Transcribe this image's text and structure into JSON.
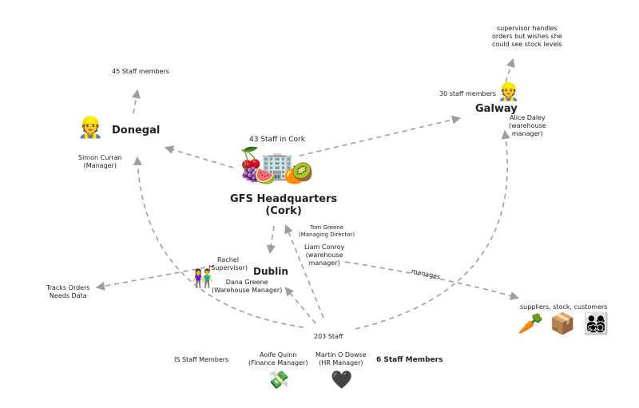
{
  "nodes": {
    "hq_title_line1": "GFS Headquarters",
    "hq_title_line2": "(Cork)",
    "cork_staff": "43 Staff in Cork",
    "donegal_title": "Donegal",
    "donegal_staff": "45 Staff members",
    "donegal_manager_line1": "Simon Curran",
    "donegal_manager_line2": "(Manager)",
    "galway_title": "Galway",
    "galway_staff": "30 staff members",
    "galway_manager_line1": "Alice Daley",
    "galway_manager_line2": "(warehouse",
    "galway_manager_line3": "manager)",
    "galway_note_line1": "supervisor handles",
    "galway_note_line2": "orders but wishes she",
    "galway_note_line3": "could see stock levels",
    "dublin_title": "Dublin",
    "dublin_supervisor_line1": "Rachel",
    "dublin_supervisor_line2": "(Supervisor)",
    "dublin_manager_line1": "Dana Greene",
    "dublin_manager_line2": "(Warehouse Manager)",
    "dublin_note_line1": "Tracks Orders",
    "dublin_note_line2": "Needs Data",
    "tom_line1": "Tom Greene",
    "tom_line2": "(Managing Director)",
    "liam_line1": "Liam Conroy",
    "liam_line2": "(warehouse",
    "liam_line3": "manager)",
    "manages": "manages",
    "suppliers": "suppliers, stock, customers",
    "staff_203": "203 Staff",
    "is_staff": "IS Staff Members",
    "aoife_line1": "Aoife Quinn",
    "aoife_line2": "(Finance Manager)",
    "martin_line1": "Martin O Dowse",
    "martin_line2": "(HR Manager)",
    "six_staff": "6 Staff Members"
  },
  "icons": {
    "donegal_worker": "👷",
    "galway_worker": "👷",
    "hq_building": "🏢",
    "hq_cherries": "🍒",
    "hq_grapes": "🍇",
    "hq_watermelon": "🍉",
    "hq_kiwi": "🥝",
    "hq_orange": "🍊",
    "dublin_couple": "👫",
    "carrot": "🥕",
    "package": "📦",
    "family": "👨‍👩‍👧‍👦",
    "money": "💸",
    "black_heart": "🖤"
  },
  "colors": {
    "arrow": "#9e9e9e",
    "text": "#222222"
  }
}
